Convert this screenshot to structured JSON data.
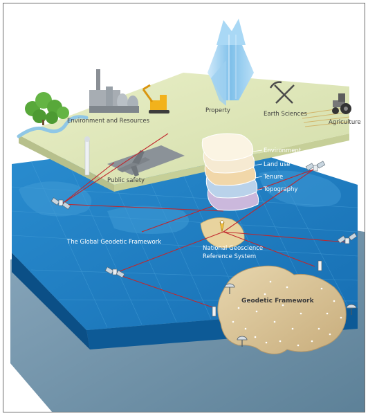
{
  "colors": {
    "land_top": "#dfe7b6",
    "ocean_top": "#1f7fc4",
    "ocean_side": "#0f5e9c",
    "shadow_layer": "#6d8fa6",
    "link_line": "#c0262c",
    "continent": "#d9c59a"
  },
  "top_layer": {
    "labels": {
      "environment_resources": "Environment and Resources",
      "property": "Property",
      "earth_sciences": "Earth Sciences",
      "agriculture": "Agriculture",
      "public_safety": "Public safety"
    }
  },
  "stack": {
    "layers": [
      "Environment",
      "Land use",
      "Tenure",
      "Topography"
    ]
  },
  "middle_layer": {
    "labels": {
      "global_framework": "The Global Geodetic Framework",
      "national_system_line1": "National Geoscience",
      "national_system_line2": "Reference System"
    }
  },
  "bottom_layer": {
    "labels": {
      "geodetic_framework": "Geodetic Framework"
    }
  },
  "icons": [
    "tree-icon",
    "factory-icon",
    "excavator-icon",
    "building-icon",
    "pick-shovel-icon",
    "tractor-icon",
    "wind-turbine-icon",
    "aircraft-icon",
    "satellite-icon",
    "survey-marker-icon",
    "antenna-icon"
  ]
}
